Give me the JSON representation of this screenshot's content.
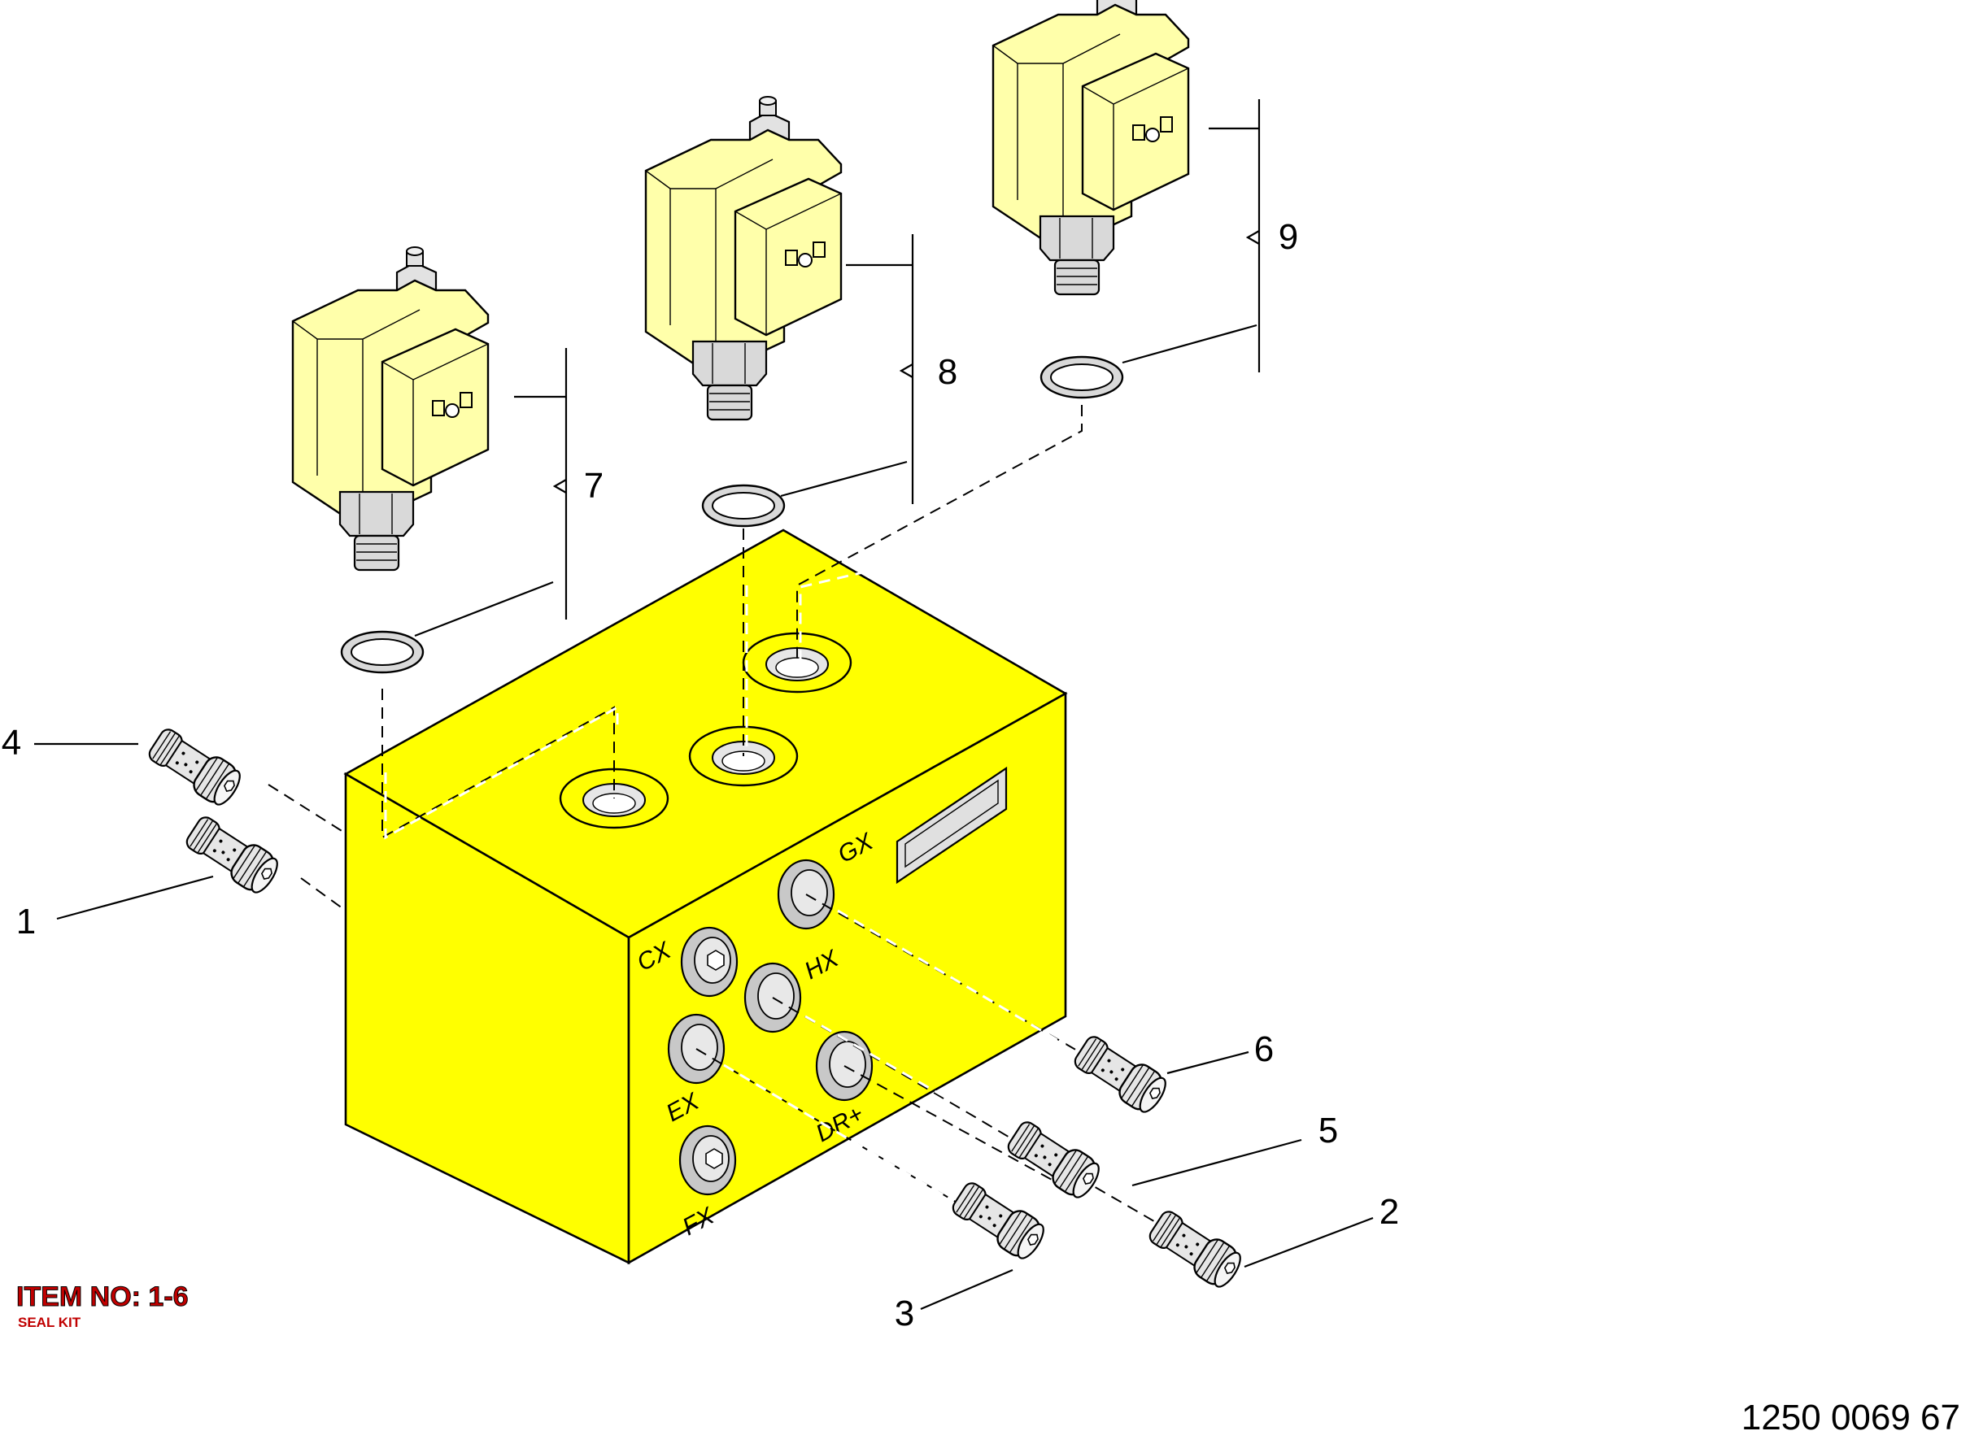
{
  "colors": {
    "block": "#ffff00",
    "block_side": "#ffff00",
    "solenoid": "#ffffaa",
    "steel": "#d9d9d9",
    "port_ring": "#c8c8c8",
    "item_text": "#c00000"
  },
  "callouts": [
    "1",
    "2",
    "3",
    "4",
    "5",
    "6",
    "7",
    "8",
    "9"
  ],
  "port_labels": {
    "cx": "CX",
    "ex": "EX",
    "fx": "FX",
    "gx": "GX",
    "hx": "HX",
    "dr": "DR+"
  },
  "legend": {
    "title": "ITEM NO: 1-6",
    "subtitle": "SEAL KIT"
  },
  "document_number": "1250 0069 67",
  "icons": [
    "solenoid-valve-icon",
    "o-ring-icon",
    "cartridge-plug-icon",
    "valve-block-icon"
  ]
}
